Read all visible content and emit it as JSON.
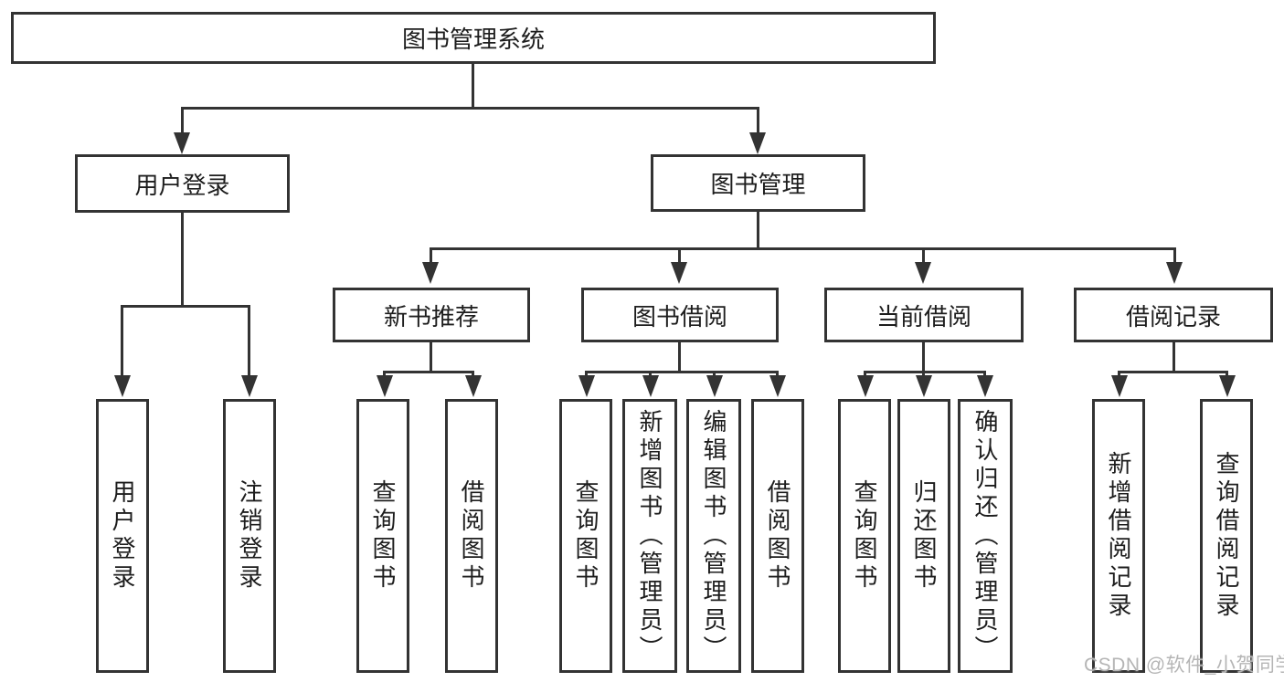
{
  "nodes": {
    "root": {
      "label": "图书管理系统"
    },
    "user_login": {
      "label": "用户登录"
    },
    "book_mgmt": {
      "label": "图书管理"
    },
    "new_book_rec": {
      "label": "新书推荐"
    },
    "book_borrow": {
      "label": "图书借阅"
    },
    "current_borrow": {
      "label": "当前借阅"
    },
    "borrow_record": {
      "label": "借阅记录"
    }
  },
  "leaves": {
    "login_user": {
      "label": "用户登录"
    },
    "login_logout": {
      "label": "注销登录"
    },
    "rec_query": {
      "label": "查询图书"
    },
    "rec_borrow": {
      "label": "借阅图书"
    },
    "bor_query": {
      "label": "查询图书"
    },
    "bor_add": {
      "label": "新增图书（管理员）"
    },
    "bor_edit": {
      "label": "编辑图书（管理员）"
    },
    "bor_borrow": {
      "label": "借阅图书"
    },
    "cur_query": {
      "label": "查询图书"
    },
    "cur_return": {
      "label": "归还图书"
    },
    "cur_confirm": {
      "label": "确认归还（管理员）"
    },
    "rcd_add": {
      "label": "新增借阅记录"
    },
    "rcd_query": {
      "label": "查询借阅记录"
    }
  },
  "watermark": {
    "text": "CSDN @软件_小贺同学"
  },
  "colors": {
    "line": "#333333",
    "text": "#1d1d1d",
    "background": "#ffffff",
    "watermark": "#b5b5b5"
  }
}
